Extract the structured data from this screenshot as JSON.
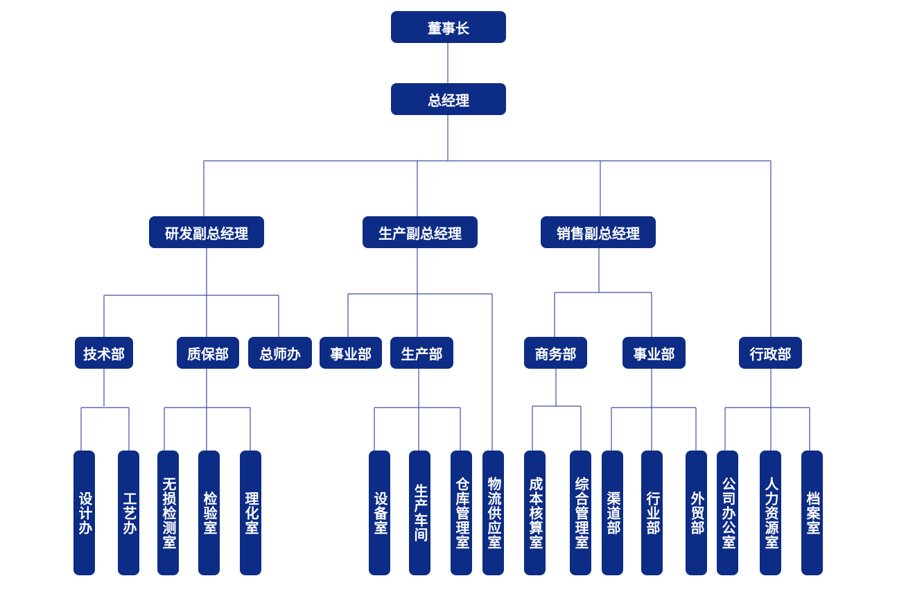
{
  "chairman": "董事长",
  "general_manager": "总经理",
  "vp_rd": {
    "title": "研发副总经理",
    "tech": {
      "title": "技术部",
      "units": [
        "设计办",
        "工艺办"
      ]
    },
    "qa": {
      "title": "质保部",
      "units": [
        "无损检测室",
        "检验室",
        "理化室"
      ]
    },
    "chief_engineer_office": "总师办"
  },
  "vp_production": {
    "title": "生产副总经理",
    "business": "事业部",
    "production": {
      "title": "生产部",
      "units": [
        "设备室",
        "生产车间",
        "仓库管理室"
      ]
    },
    "logistics": "物流供应室"
  },
  "vp_sales": {
    "title": "销售副总经理",
    "commerce": {
      "title": "商务部",
      "units": [
        "成本核算室",
        "综合管理室"
      ]
    },
    "business": {
      "title": "事业部",
      "units": [
        "渠道部",
        "行业部",
        "外贸部"
      ]
    }
  },
  "admin": {
    "title": "行政部",
    "units": [
      "公司办公室",
      "人力资源室",
      "档案室"
    ]
  }
}
